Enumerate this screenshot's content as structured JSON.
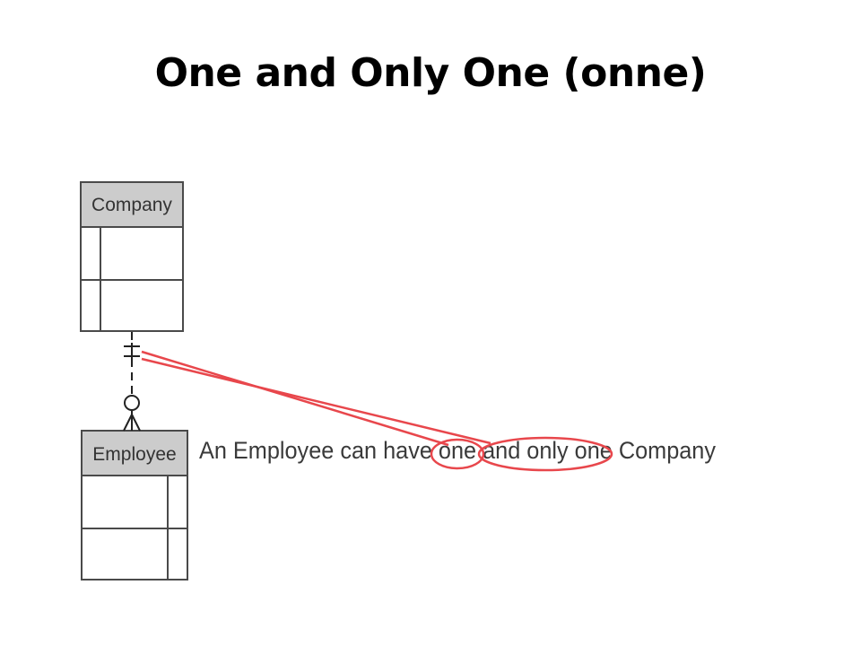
{
  "slide": {
    "title": "One and Only One (onne)"
  },
  "diagram": {
    "entities": {
      "company": {
        "name": "Company"
      },
      "employee": {
        "name": "Employee"
      }
    },
    "sentence": "An Employee can have one and only one Company",
    "colors": {
      "highlight": "#e8474c",
      "entity_header": "#cccccc",
      "entity_border": "#4a4a4a"
    },
    "icons": {
      "company_end": "one-and-only-one-notation-icon",
      "employee_end": "zero-or-many-notation-icon"
    }
  }
}
